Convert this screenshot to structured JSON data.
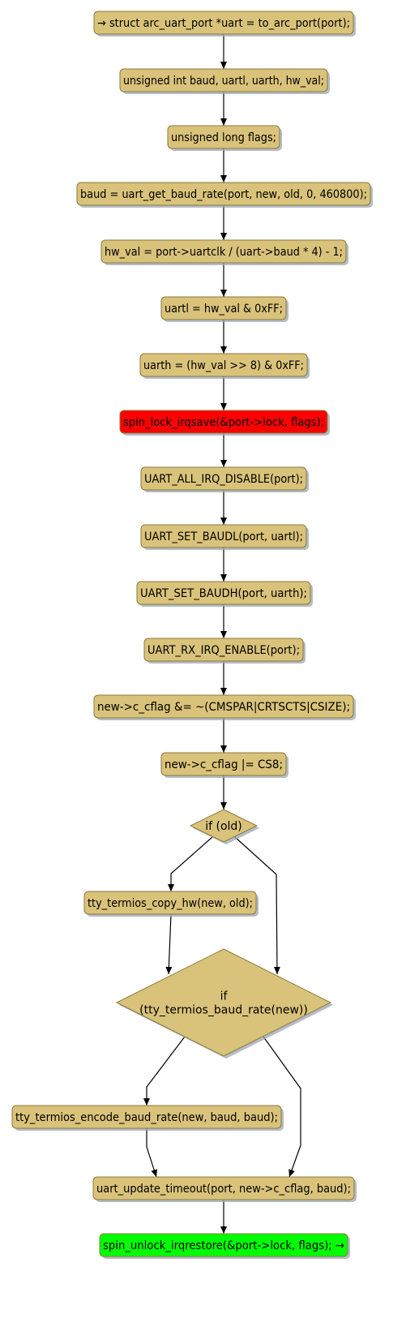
{
  "colors": {
    "node_fill": "#d9c27a",
    "lock_fill": "#ff0000",
    "unlock_fill": "#00ff00",
    "border": "#8c7a3f",
    "edge": "#000000"
  },
  "nodes": [
    {
      "id": "n1",
      "text": "→ struct arc_uart_port *uart = to_arc_port(port);",
      "kind": "action"
    },
    {
      "id": "n2",
      "text": "unsigned int baud, uartl, uarth, hw_val;",
      "kind": "action"
    },
    {
      "id": "n3",
      "text": "unsigned long flags;",
      "kind": "action"
    },
    {
      "id": "n4",
      "text": "baud = uart_get_baud_rate(port, new, old, 0, 460800);",
      "kind": "action"
    },
    {
      "id": "n5",
      "text": "hw_val = port->uartclk / (uart->baud * 4) - 1;",
      "kind": "action"
    },
    {
      "id": "n6",
      "text": "uartl = hw_val & 0xFF;",
      "kind": "action"
    },
    {
      "id": "n7",
      "text": "uarth = (hw_val >> 8) & 0xFF;",
      "kind": "action"
    },
    {
      "id": "n8",
      "text": "spin_lock_irqsave(&port->lock, flags);",
      "kind": "lock"
    },
    {
      "id": "n9",
      "text": "UART_ALL_IRQ_DISABLE(port);",
      "kind": "action"
    },
    {
      "id": "n10",
      "text": "UART_SET_BAUDL(port, uartl);",
      "kind": "action"
    },
    {
      "id": "n11",
      "text": "UART_SET_BAUDH(port, uarth);",
      "kind": "action"
    },
    {
      "id": "n12",
      "text": "UART_RX_IRQ_ENABLE(port);",
      "kind": "action"
    },
    {
      "id": "n13",
      "text": "new->c_cflag &= ~(CMSPAR|CRTSCTS|CSIZE);",
      "kind": "action"
    },
    {
      "id": "n14",
      "text": "new->c_cflag |= CS8;",
      "kind": "action"
    },
    {
      "id": "d1",
      "lines": [
        "if (old)"
      ],
      "kind": "decision"
    },
    {
      "id": "n15",
      "text": "tty_termios_copy_hw(new, old);",
      "kind": "action"
    },
    {
      "id": "d2",
      "lines": [
        "if",
        "(tty_termios_baud_rate(new))"
      ],
      "kind": "decision"
    },
    {
      "id": "n16",
      "text": "tty_termios_encode_baud_rate(new, baud, baud);",
      "kind": "action"
    },
    {
      "id": "n17",
      "text": "uart_update_timeout(port, new->c_cflag, baud);",
      "kind": "action"
    },
    {
      "id": "n18",
      "text": "spin_unlock_irqrestore(&port->lock, flags); →",
      "kind": "unlock"
    }
  ],
  "edges": [
    {
      "from": "n1",
      "to": "n2"
    },
    {
      "from": "n2",
      "to": "n3"
    },
    {
      "from": "n3",
      "to": "n4"
    },
    {
      "from": "n4",
      "to": "n5"
    },
    {
      "from": "n5",
      "to": "n6"
    },
    {
      "from": "n6",
      "to": "n7"
    },
    {
      "from": "n7",
      "to": "n8"
    },
    {
      "from": "n8",
      "to": "n9"
    },
    {
      "from": "n9",
      "to": "n10"
    },
    {
      "from": "n10",
      "to": "n11"
    },
    {
      "from": "n11",
      "to": "n12"
    },
    {
      "from": "n12",
      "to": "n13"
    },
    {
      "from": "n13",
      "to": "n14"
    },
    {
      "from": "n14",
      "to": "d1"
    },
    {
      "from": "d1",
      "to": "n15"
    },
    {
      "from": "d1",
      "to": "d2"
    },
    {
      "from": "n15",
      "to": "d2"
    },
    {
      "from": "d2",
      "to": "n16"
    },
    {
      "from": "d2",
      "to": "n17"
    },
    {
      "from": "n16",
      "to": "n17"
    },
    {
      "from": "n17",
      "to": "n18"
    }
  ]
}
